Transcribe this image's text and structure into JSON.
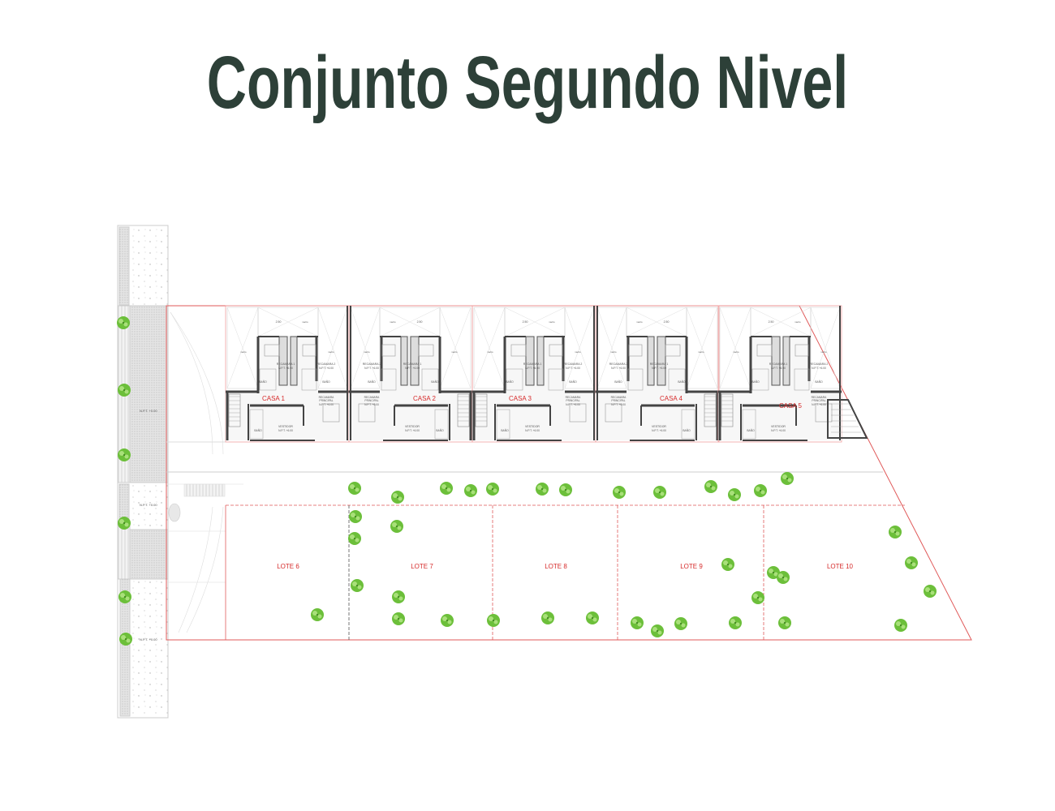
{
  "title": "Conjunto Segundo Nivel",
  "colors": {
    "title": "#2d4038",
    "property_line": "#e05a5a",
    "lot_label": "#d62a2a",
    "tree": "#6cbf3a",
    "wall": "#444444"
  },
  "houses": [
    {
      "label": "CASA 1",
      "rooms": {
        "bed1": "RECAMARA 1",
        "bed2": "RECAMARA 2",
        "master": "RECAMARA",
        "master2": "PRINCIPAL",
        "closet": "VESTIDOR",
        "bath": "BAÑO",
        "level": "N.P.T. +6.00",
        "void": "vacío",
        "dim": "2.50"
      }
    },
    {
      "label": "CASA 2",
      "rooms": {
        "bed1": "RECAMARA 1",
        "bed2": "RECAMARA 2",
        "master": "RECAMARA",
        "master2": "PRINCIPAL",
        "closet": "VESTIDOR",
        "bath": "BAÑO",
        "level": "N.P.T. +6.00",
        "void": "vacío",
        "dim": "2.50"
      }
    },
    {
      "label": "CASA 3",
      "rooms": {
        "bed1": "RECAMARA 1",
        "bed2": "RECAMARA 2",
        "master": "RECAMARA",
        "master2": "PRINCIPAL",
        "closet": "VESTIDOR",
        "bath": "BAÑO",
        "level": "N.P.T. +6.00",
        "void": "vacío",
        "dim": "2.50"
      }
    },
    {
      "label": "CASA 4",
      "rooms": {
        "bed1": "RECAMARA 1",
        "bed2": "RECAMARA 2",
        "master": "RECAMARA",
        "master2": "PRINCIPAL",
        "closet": "VESTIDOR",
        "bath": "BAÑO",
        "level": "N.P.T. +6.00",
        "void": "vacío",
        "dim": "2.50"
      }
    },
    {
      "label": "CASA 5",
      "rooms": {
        "bed1": "RECAMARA 1",
        "bed2": "RECAMARA 2",
        "master": "RECAMARA",
        "master2": "PRINCIPAL",
        "closet": "VESTIDOR",
        "bath": "BAÑO",
        "level": "N.P.T. +6.00",
        "void": "vacío",
        "dim": "2.50"
      }
    }
  ],
  "lots": [
    "LOTE 6",
    "LOTE 7",
    "LOTE 8",
    "LOTE 9",
    "LOTE 10"
  ],
  "sidewalk_level": "N.P.T. +0.00"
}
